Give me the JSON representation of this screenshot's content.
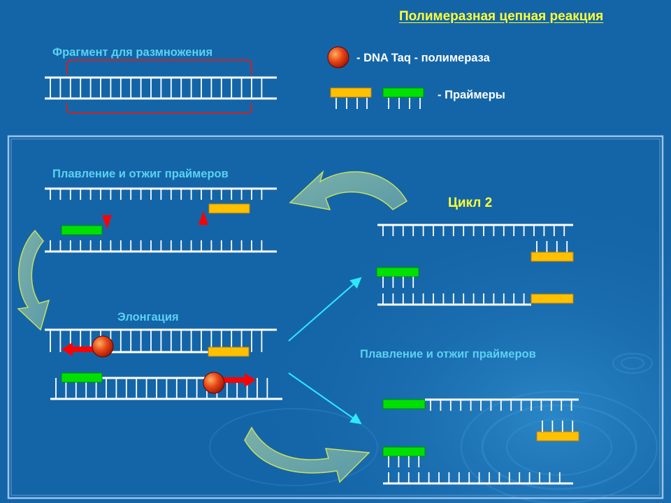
{
  "title": "Полимеразная цепная реакция",
  "fragment_label": "Фрагмент для размножения",
  "legend": {
    "polymerase": "- DNA Taq - полимераза",
    "primers": "- Праймеры"
  },
  "steps": {
    "melting_1": "Плавление и отжиг праймеров",
    "elongation": "Элонгация",
    "cycle_2": "Цикл 2",
    "melting_2": "Плавление и отжиг праймеров"
  },
  "colors": {
    "background": "#1465a8",
    "dna_strand": "#ffffff",
    "primer_yellow": "#ffc000",
    "primer_green": "#00e000",
    "polymerase": "#e03a10",
    "marker_red": "#ff0000",
    "frame": "#8fb8e8",
    "cycle_arrow": "#6aa0a8"
  },
  "icons": [
    "polymerase-sphere-icon",
    "primer-bar-icon",
    "cycle-arrow-icon",
    "direction-arrow-icon"
  ]
}
